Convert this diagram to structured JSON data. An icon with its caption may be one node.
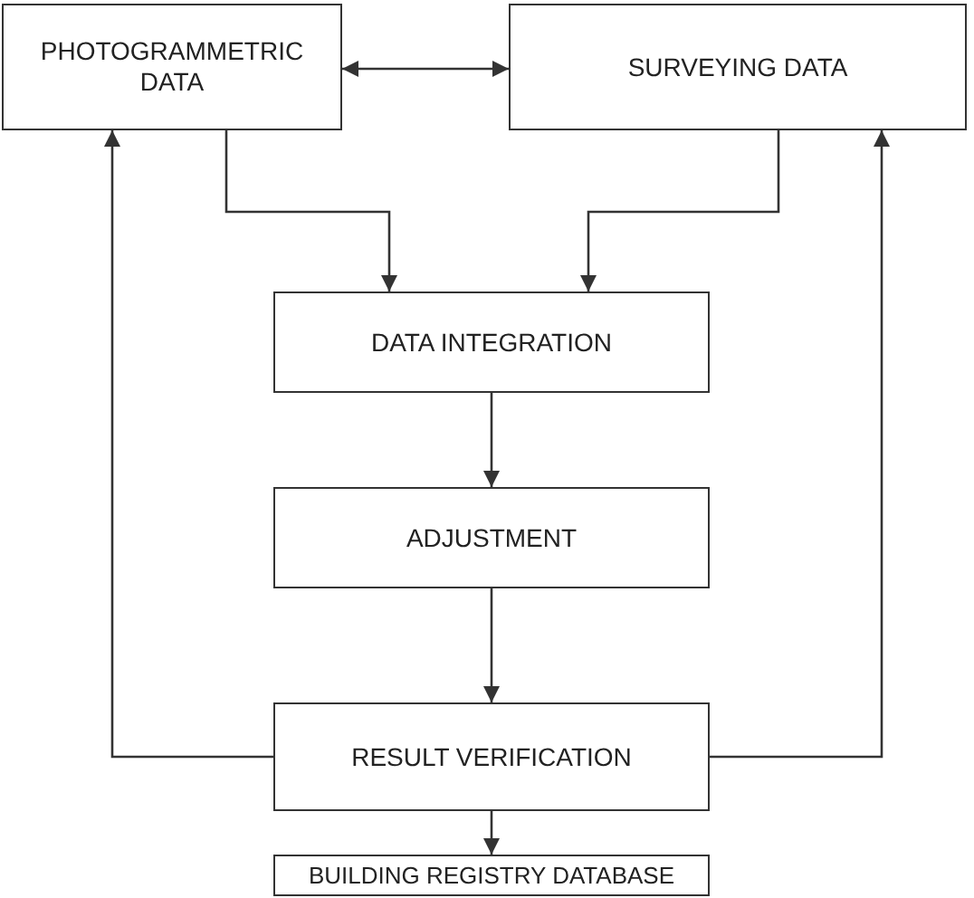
{
  "diagram": {
    "nodes": [
      {
        "text": [
          "PHOTOGRAMMETRIC DATA"
        ]
      },
      {
        "text": [
          "SURVEYING DATA"
        ]
      },
      {
        "text": [
          "DATA INTEGRATION"
        ]
      },
      {
        "text": [
          "ADJUSTMENT"
        ]
      },
      {
        "text": [
          "RESULT VERIFICATION"
        ]
      },
      {
        "text": [
          "BUILDING REGISTRY DATABASE"
        ]
      }
    ],
    "edges": [
      {
        "from": 0,
        "to": 1,
        "arrow": "both"
      },
      {
        "from": 0,
        "to": 2,
        "arrow": "to"
      },
      {
        "from": 1,
        "to": 2,
        "arrow": "to"
      },
      {
        "from": 2,
        "to": 3,
        "arrow": "to"
      },
      {
        "from": 3,
        "to": 4,
        "arrow": "to"
      },
      {
        "from": 4,
        "to": 5,
        "arrow": "to"
      },
      {
        "from": 4,
        "to": 0,
        "arrow": "to"
      },
      {
        "from": 4,
        "to": 1,
        "arrow": "to"
      }
    ]
  }
}
